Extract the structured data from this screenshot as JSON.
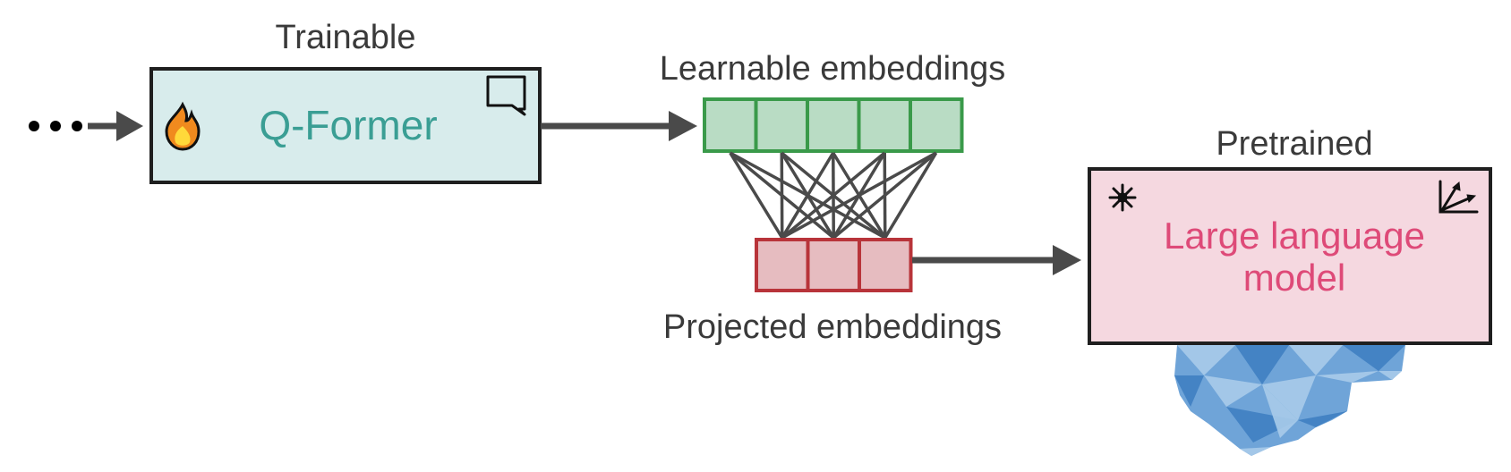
{
  "colors": {
    "arrow": "#4a4a4a",
    "box_border": "#1f1f1f",
    "qformer_fill": "#d8ecec",
    "qformer_text": "#3a9e94",
    "learnable_fill": "#b9dcc4",
    "learnable_border": "#3a9a4a",
    "projected_fill": "#e6bcc0",
    "projected_border": "#b8343a",
    "llm_fill": "#f5d8e0",
    "llm_text": "#de4a78",
    "ice_light": "#a9cbea",
    "ice_mid": "#6fa4d8",
    "ice_dark": "#3f7fc2",
    "connection_line": "#4a4a4a"
  },
  "qformer": {
    "heading": "Trainable",
    "title": "Q-Former",
    "status_icon": "fire-icon",
    "corner_icon": "speech-bubble-icon"
  },
  "learnable": {
    "label": "Learnable embeddings",
    "cell_count": 5
  },
  "projected": {
    "label": "Projected embeddings",
    "cell_count": 3
  },
  "llm": {
    "heading": "Pretrained",
    "title_line1": "Large language",
    "title_line2": "model",
    "status_icon": "snowflake-icon",
    "corner_icon": "vector-axes-icon",
    "decoration": "iceberg-icon"
  },
  "input": {
    "ellipsis_icon": "ellipsis-icon"
  }
}
